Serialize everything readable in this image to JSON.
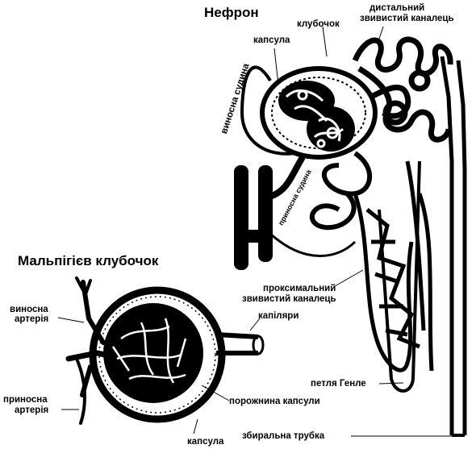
{
  "titles": {
    "nephron": "Нефрон",
    "malpighian": "Мальпігієв клубочок"
  },
  "labels": {
    "glomerulus": "клубочок",
    "capsule_top": "капсула",
    "efferent_vessel": "виносна судина",
    "afferent_vessel": "приносна судина",
    "distal_line1": "дистальний",
    "distal_line2": "звивистий каналець",
    "proximal_line1": "проксимальний",
    "proximal_line2": "звивистий каналець",
    "capillaries": "капіляри",
    "henle_loop": "петля Генле",
    "capsule_cavity": "порожнина капсули",
    "collecting_duct": "збиральна трубка",
    "capsule_bottom": "капсула",
    "efferent_artery_1": "виносна",
    "efferent_artery_2": "артерія",
    "afferent_artery_1": "приносна",
    "afferent_artery_2": "артерія"
  }
}
